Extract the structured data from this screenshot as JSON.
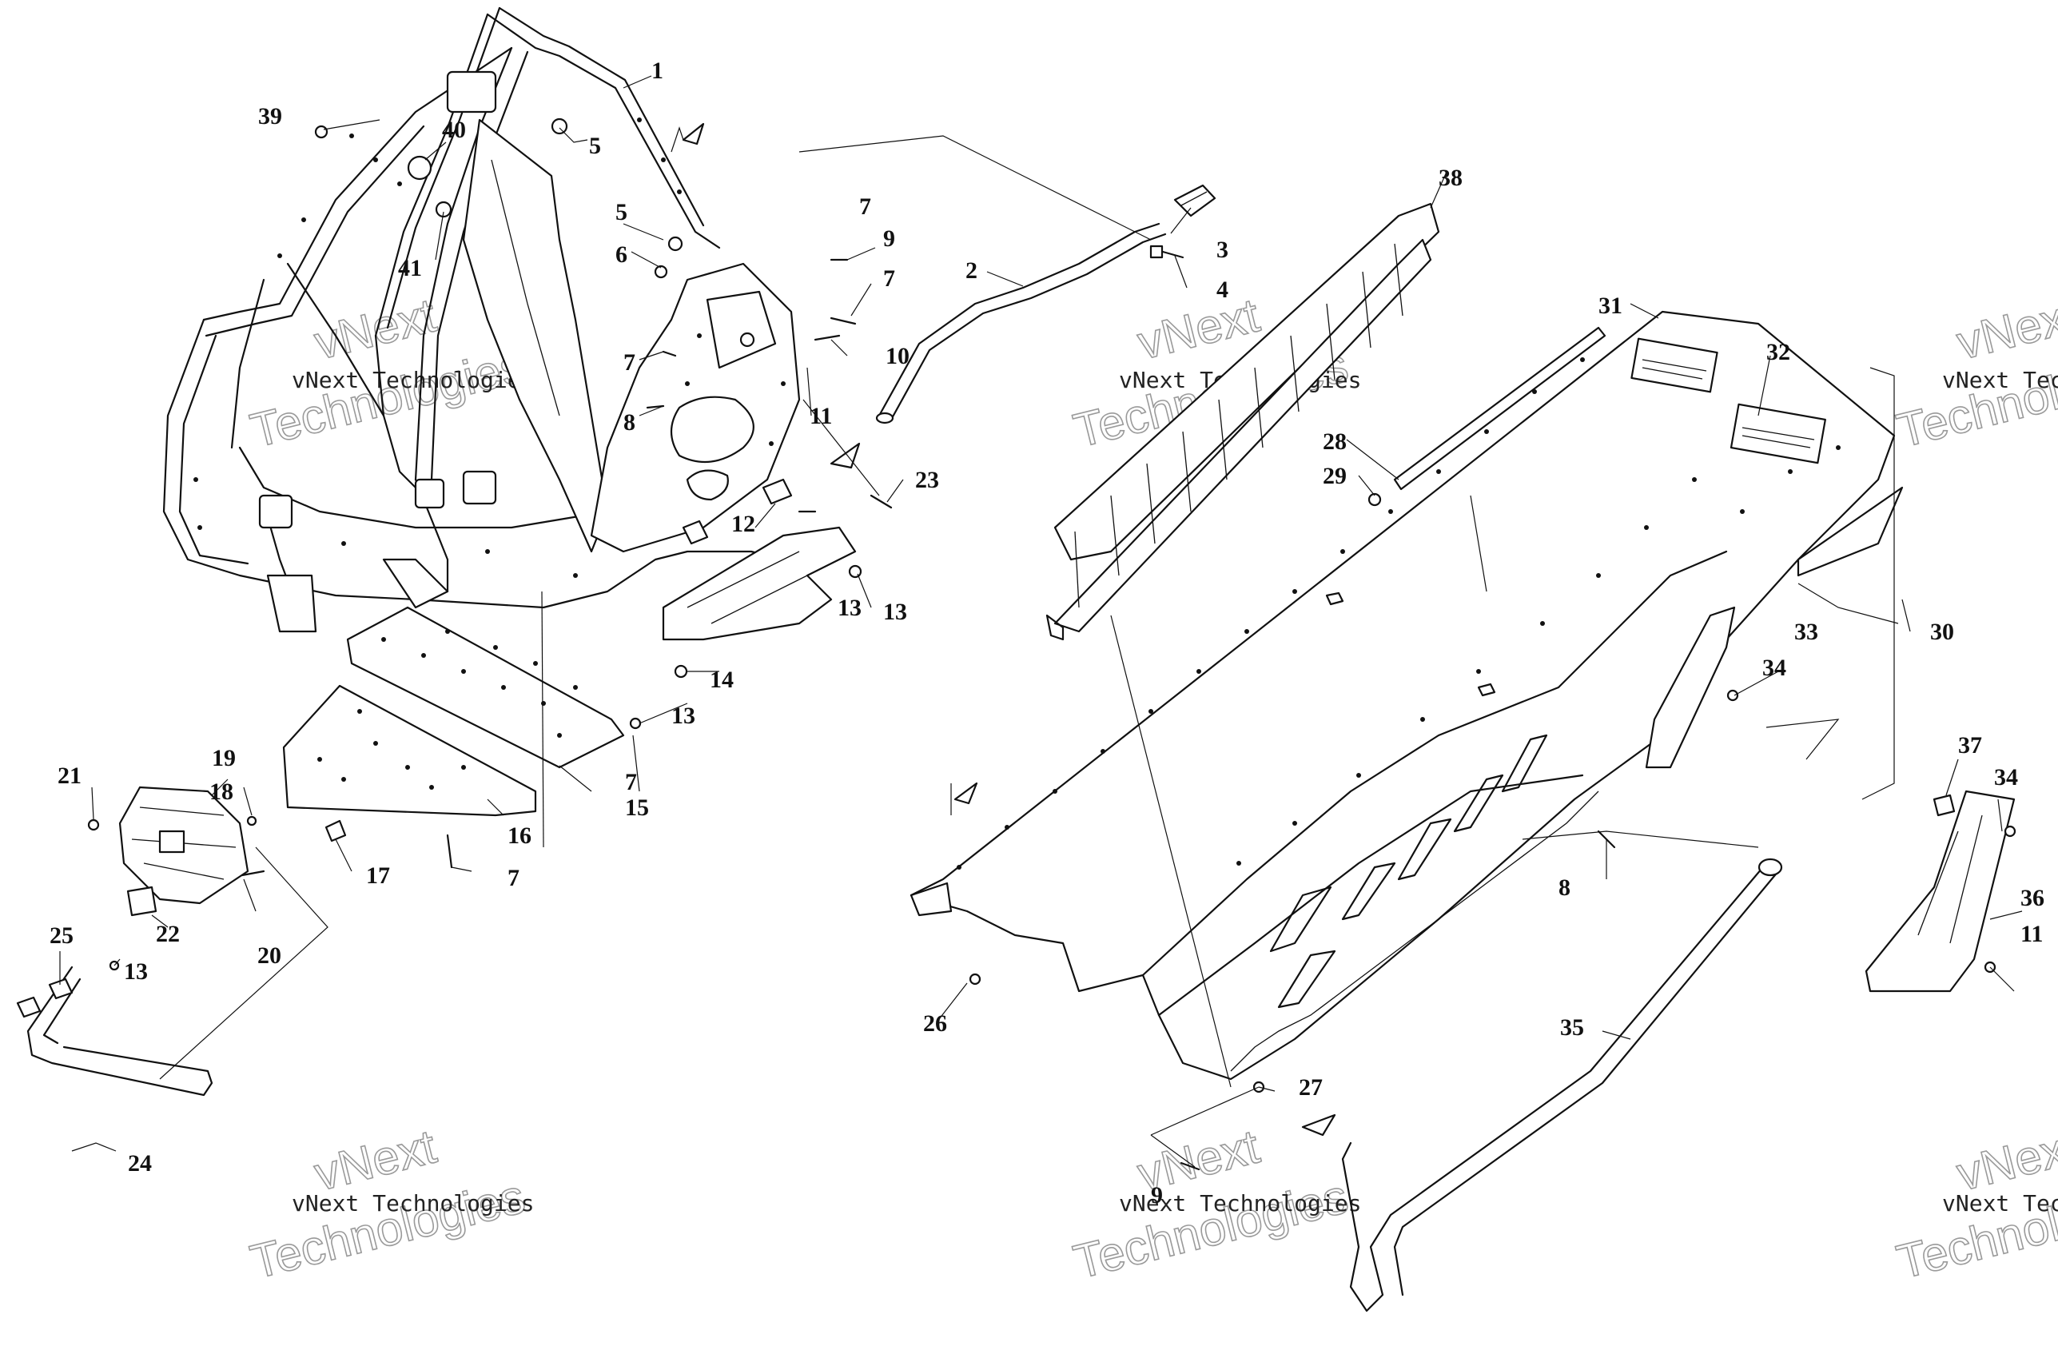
{
  "watermark": {
    "line1": "vNext Technologies",
    "big_top": "vNext",
    "big_bottom": "Technologies"
  },
  "callouts": [
    "1",
    "2",
    "3",
    "4",
    "5",
    "5",
    "6",
    "7",
    "7",
    "7",
    "7",
    "7",
    "8",
    "8",
    "9",
    "9",
    "10",
    "11",
    "11",
    "12",
    "13",
    "13",
    "13",
    "13",
    "14",
    "15",
    "16",
    "17",
    "18",
    "19",
    "20",
    "21",
    "22",
    "23",
    "24",
    "25",
    "26",
    "27",
    "28",
    "29",
    "30",
    "31",
    "32",
    "33",
    "34",
    "34",
    "35",
    "36",
    "37",
    "38",
    "39",
    "40",
    "41"
  ]
}
